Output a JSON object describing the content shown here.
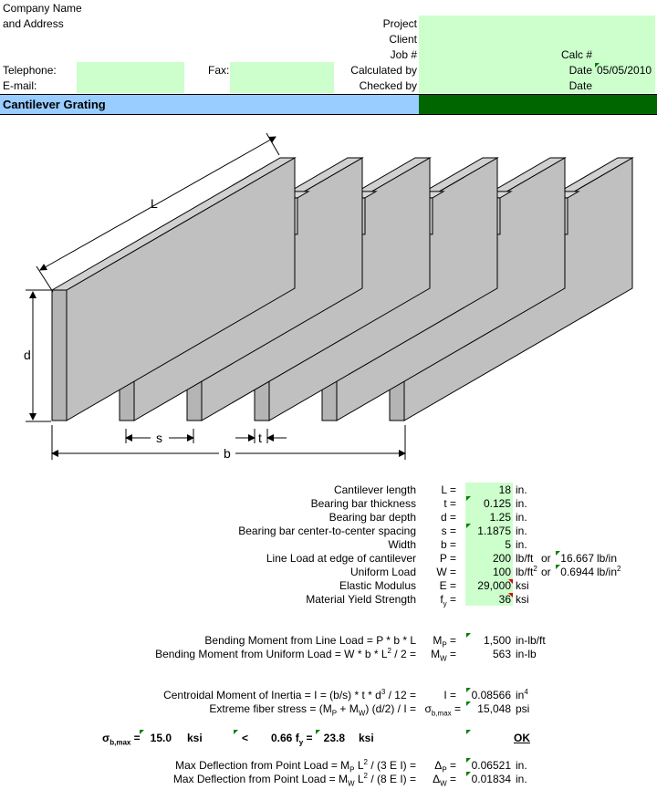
{
  "header": {
    "company_line1": "Company Name",
    "company_line2": "and Address",
    "telephone_label": "Telephone:",
    "fax_label": "Fax:",
    "email_label": "E-mail:",
    "project_label": "Project",
    "client_label": "Client",
    "job_label": "Job #",
    "calculated_label": "Calculated by",
    "checked_label": "Checked by",
    "calc_label": "Calc #",
    "date_label": "Date",
    "date_value": "05/05/2010",
    "date2_label": "Date"
  },
  "title_bar": {
    "title": "Cantilever Grating",
    "bar_color": "#99ccff",
    "accent_color": "#006600"
  },
  "diagram": {
    "label_L": "L",
    "label_d": "d",
    "label_s": "s",
    "label_t": "t",
    "label_b": "b"
  },
  "inputs": [
    {
      "label": "Cantilever length",
      "sym": "L",
      "value": "18",
      "unit": "in."
    },
    {
      "label": "Bearing bar thickness",
      "sym": "t",
      "value": "0.125",
      "unit": "in."
    },
    {
      "label": "Bearing bar depth",
      "sym": "d",
      "value": "1.25",
      "unit": "in."
    },
    {
      "label": "Bearing bar center-to-center spacing",
      "sym": "s",
      "value": "1.1875",
      "unit": "in."
    },
    {
      "label": "Width",
      "sym": "b",
      "value": "5",
      "unit": "in."
    },
    {
      "label": "Line Load at edge of cantilever",
      "sym": "P",
      "value": "200",
      "unit": "lb/ft",
      "or": "or",
      "alt_value": "16.667",
      "alt_unit": "lb/in"
    },
    {
      "label": "Uniform Load",
      "sym": "W",
      "value": "100",
      "unit": "lb/ft",
      "or": "or",
      "alt_value": "0.6944",
      "alt_unit": "lb/in"
    },
    {
      "label": "Elastic Modulus",
      "sym": "E",
      "value": "29,000",
      "unit": "ksi"
    },
    {
      "label": "Material Yield Strength",
      "sym": "f",
      "value": "36",
      "unit": "ksi"
    }
  ],
  "moments": {
    "mp_label": "Bending Moment from Line Load  =  P * b * L",
    "mp_sym": "M",
    "mp_value": "1,500",
    "mp_unit": "in-lb/ft",
    "mw_label": "Bending Moment from Uniform Load  =  W * b * L",
    "mw_label_tail": " / 2  =",
    "mw_sym": "M",
    "mw_value": "563",
    "mw_unit": "in-lb"
  },
  "inertia": {
    "i_label": "Centroidal Moment of Inertia  =  I  =  (b/s) * t * d",
    "i_label_tail": " / 12  =",
    "i_sym": "I",
    "i_value": "0.08566",
    "i_unit": "in",
    "sigma_label": "Extreme fiber stress  =  (M",
    "sigma_label_mid": " + M",
    "sigma_label_tail": ") (d/2) / I  =",
    "sigma_sym": "σ",
    "sigma_value": "15,048",
    "sigma_unit": "psi"
  },
  "check": {
    "sigma_sym": "σ",
    "sigma_value": "15.0",
    "sigma_unit": "ksi",
    "compare": "<",
    "allow_factor": "0.66 f",
    "allow_value": "23.8",
    "allow_unit": "ksi",
    "result": "OK"
  },
  "deflection": {
    "dp_label": "Max Deflection from Point Load  =  M",
    "dp_label_mid": " L",
    "dp_label_tail": " / (3 E I)  =",
    "dp_sym": "Δ",
    "dp_value": "0.06521",
    "dp_unit": "in.",
    "dw_label": "Max Deflection from Point Load  =  M",
    "dw_label_mid": " L",
    "dw_label_tail": " / (8 E I)  =",
    "dw_sym": "Δ",
    "dw_value": "0.01834",
    "dw_unit": "in."
  }
}
